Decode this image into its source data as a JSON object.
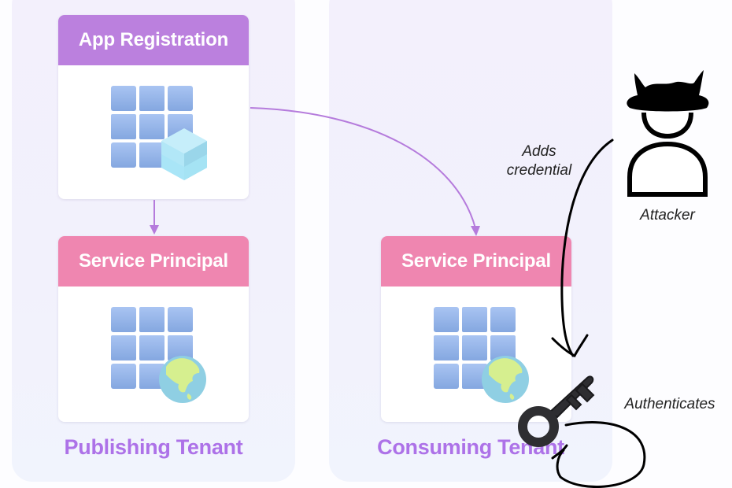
{
  "tenants": {
    "publishing": {
      "label": "Publishing Tenant"
    },
    "consuming": {
      "label": "Consuming Tenant"
    }
  },
  "cards": {
    "app_registration": {
      "title": "App Registration",
      "icon": "app-grid-cube-icon"
    },
    "service_principal_publishing": {
      "title": "Service Principal",
      "icon": "app-grid-globe-icon"
    },
    "service_principal_consuming": {
      "title": "Service Principal",
      "icon": "app-grid-globe-icon"
    }
  },
  "annotations": {
    "adds_credential": "Adds credential",
    "attacker": "Attacker",
    "authenticates": "Authenticates"
  },
  "colors": {
    "app_registration_header": "#bb80de",
    "service_principal_header": "#ef86b0",
    "tenant_label": "#ad72e8",
    "connector_arrow": "#b57bdc",
    "attacker_stroke": "#000000",
    "key": "#2e2e31"
  },
  "icons": [
    "app-grid-cube-icon",
    "app-grid-globe-icon",
    "attacker-icon",
    "key-icon"
  ]
}
